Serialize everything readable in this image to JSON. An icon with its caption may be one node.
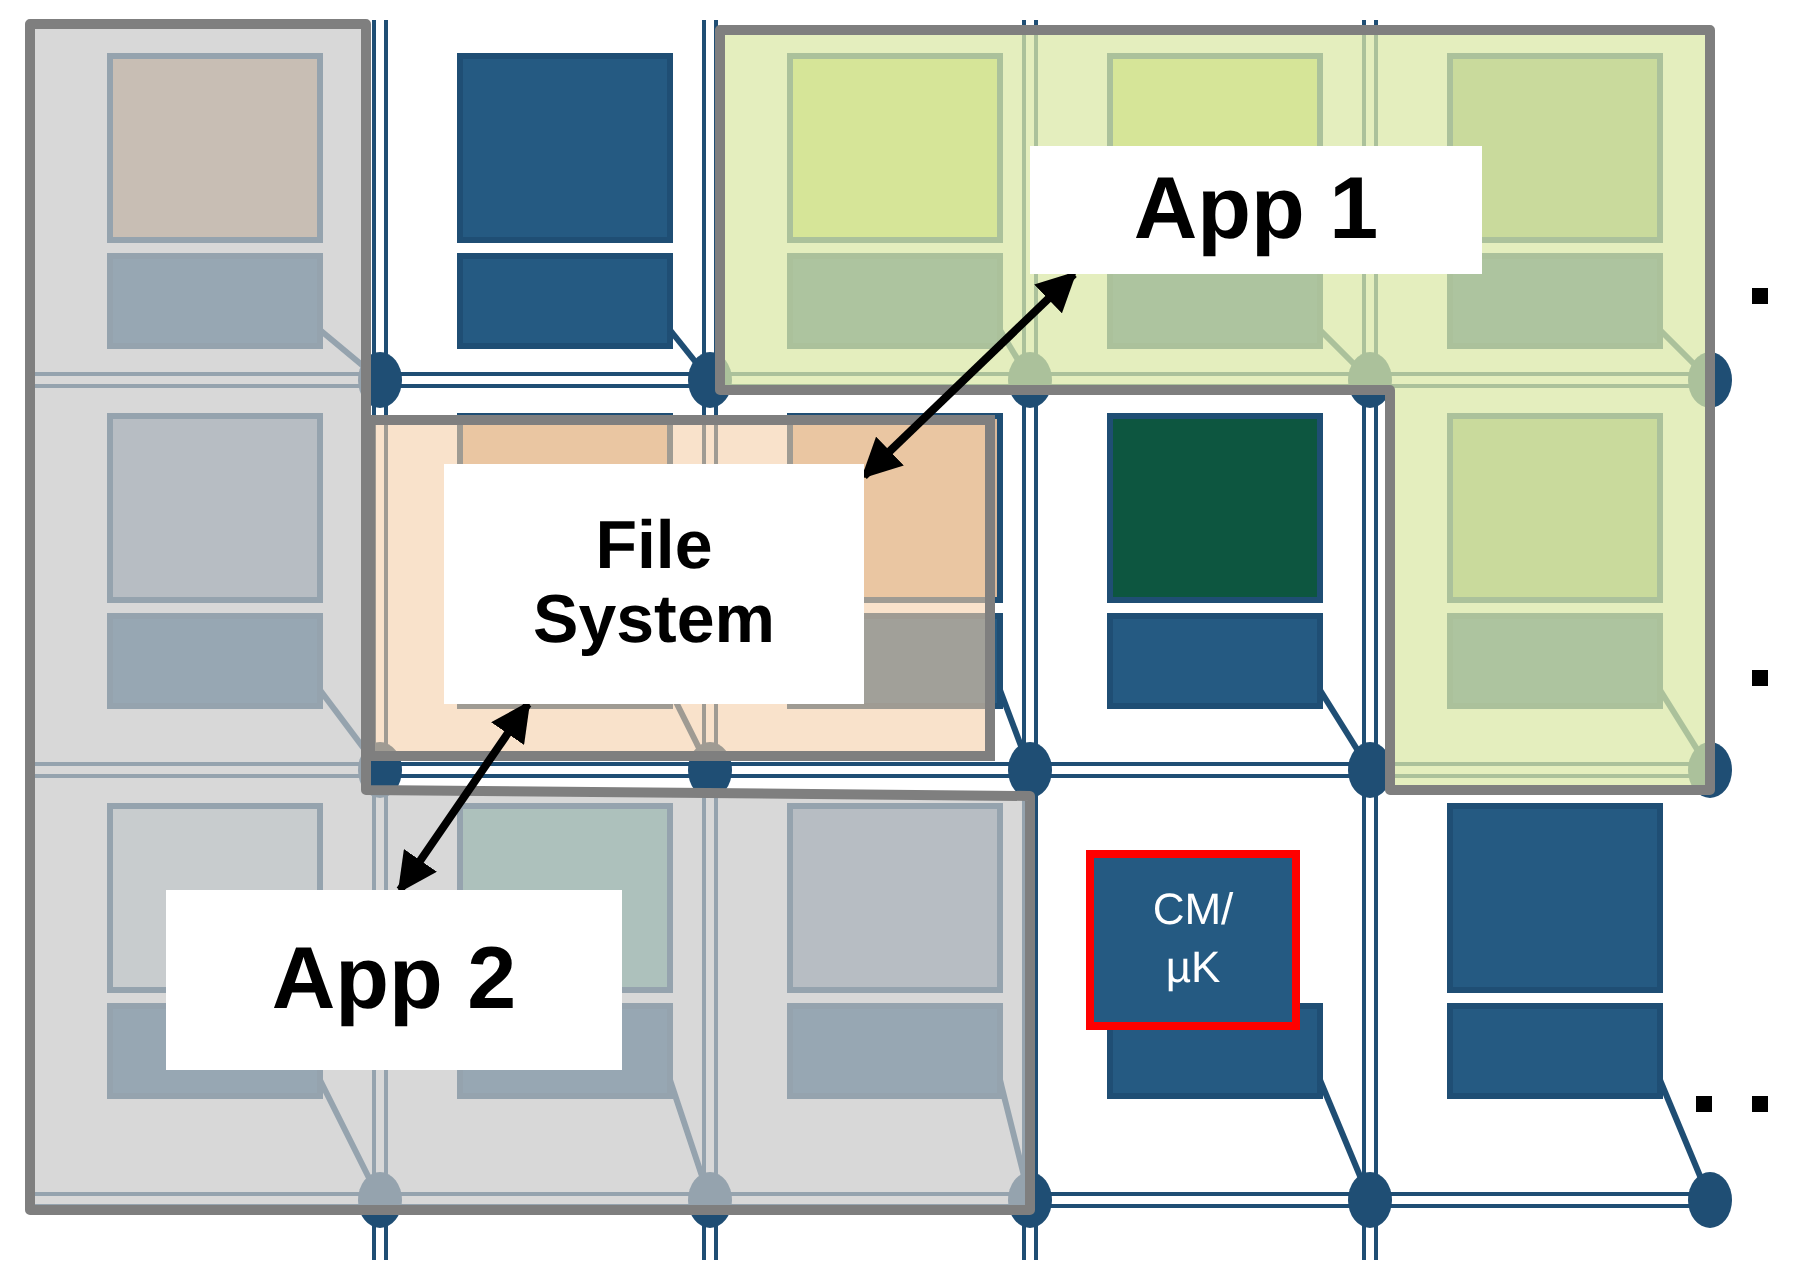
{
  "diagram": {
    "nodes": [
      {
        "text": [
          "App 1"
        ]
      },
      {
        "text": [
          "File System"
        ]
      },
      {
        "text": [
          "App 2"
        ]
      },
      {
        "text": [
          "CM/ µK"
        ]
      }
    ],
    "edges": [
      {
        "from": 1,
        "to": 0,
        "arrow": "both"
      },
      {
        "from": 2,
        "to": 1,
        "arrow": "both"
      }
    ]
  }
}
